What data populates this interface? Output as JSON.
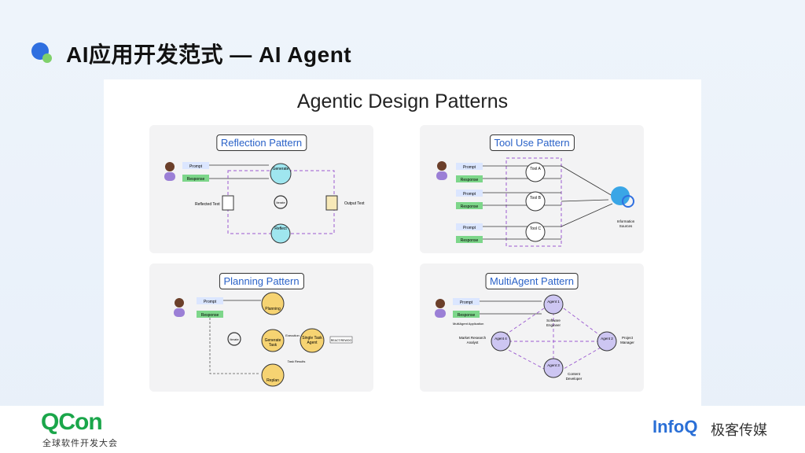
{
  "slide": {
    "title": "AI应用开发范式 — AI Agent"
  },
  "main_title": "Agentic Design Patterns",
  "cards": {
    "reflection": {
      "title": "Reflection Pattern",
      "prompt": "Prompt",
      "response": "Response",
      "generate": "Generate",
      "reflect": "Reflect",
      "reflected_text": "Reflected Text",
      "output_text": "Output Text",
      "iterate": "Iterate"
    },
    "tool_use": {
      "title": "Tool Use Pattern",
      "prompt": "Prompt",
      "response": "Response",
      "tool_a": "Tool A",
      "tool_b": "Tool B",
      "tool_c": "Tool C",
      "info_sources_1": "Information",
      "info_sources_2": "Sources"
    },
    "planning": {
      "title": "Planning Pattern",
      "prompt": "Prompt",
      "response": "Response",
      "planning": "Planning",
      "generate_task_1": "Generate",
      "generate_task_2": "Task",
      "single_task_1": "Single Task",
      "single_task_2": "Agent",
      "replan": "Replan",
      "iterate": "Iterate",
      "execution": "Execution",
      "task_results": "Task Results",
      "tool": "REACT/REWOO"
    },
    "multiagent": {
      "title": "MultiAgent Pattern",
      "prompt": "Prompt",
      "response": "Response",
      "application": "MultiAgent Application",
      "agent1": "Agent 1",
      "agent2": "Agent 2",
      "agent3": "Agent 3",
      "agent4": "Agent 4",
      "role1_1": "Software",
      "role1_2": "Engineer",
      "role2_1": "Project",
      "role2_2": "Manager",
      "role3_1": "Content",
      "role3_2": "Developer",
      "role4_1": "Market Research",
      "role4_2": "Analyst"
    }
  },
  "footer": {
    "brand": "QCon",
    "brand_sub": "全球软件开发大会",
    "partner": "InfoQ",
    "partner_cn": "极客传媒"
  },
  "colors": {
    "accent": "#2f6fe0",
    "green": "#7fd16b",
    "prompt_box": "#dbe6ff",
    "response_box": "#7dd68a",
    "teal_node": "#9fe6ef",
    "yellow_node": "#f6d372",
    "purple_node": "#cdc6f2",
    "dashed": "#9b59d0"
  }
}
